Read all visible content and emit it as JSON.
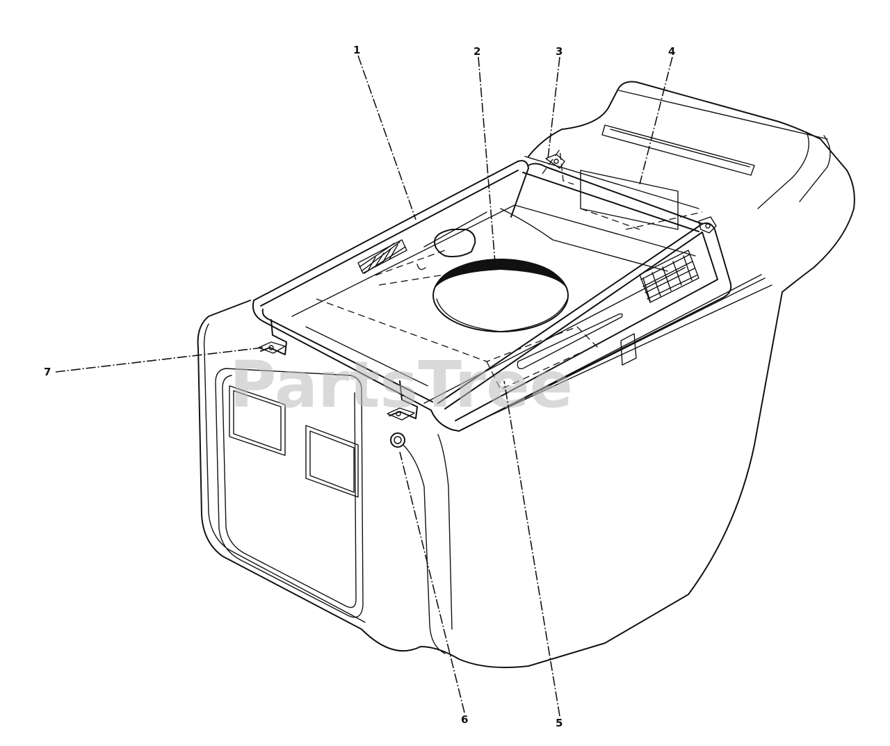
{
  "watermark": "PartsTree",
  "callouts": {
    "c1": "1",
    "c2": "2",
    "c3": "3",
    "c4": "4",
    "c5": "5",
    "c6": "6",
    "c7": "7"
  },
  "colors": {
    "line": "#111111",
    "watermark": "#b9b9b9",
    "background": "#ffffff"
  }
}
